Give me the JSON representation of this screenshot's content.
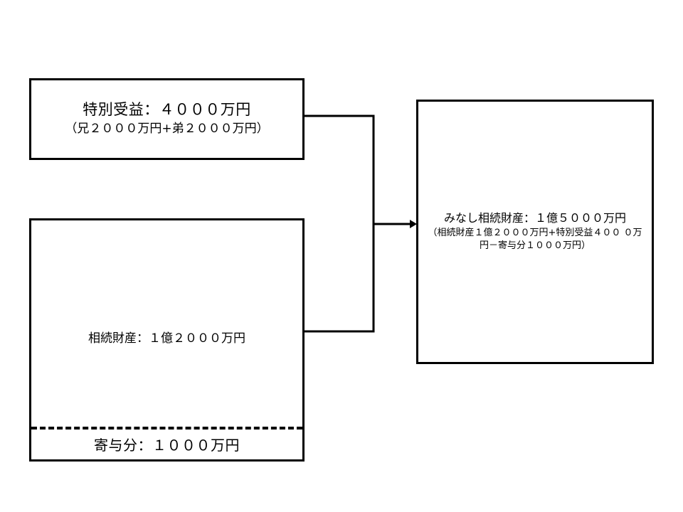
{
  "special_benefit": {
    "title": "特別受益：４０００万円",
    "detail": "（兄２０００万円+弟２０００万円）"
  },
  "estate": {
    "label": "相続財産：１億２０００万円",
    "contribution": "寄与分：１０００万円"
  },
  "deemed_estate": {
    "title": "みなし相続財産：１億５０００万円",
    "detail": "（相続財産１億２０００万円+特別受益４００ ０万円－寄与分１０００万円）"
  }
}
